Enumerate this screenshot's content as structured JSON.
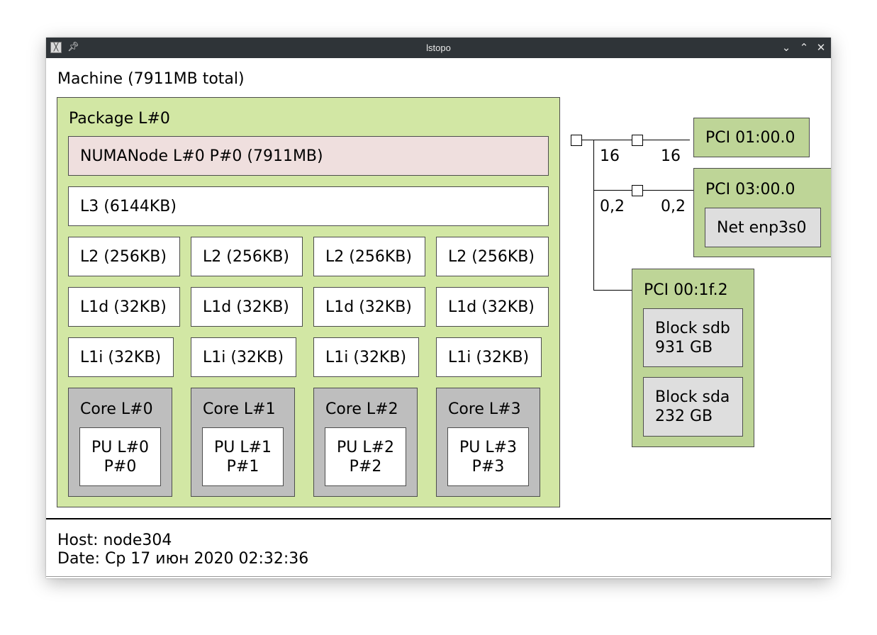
{
  "window": {
    "title": "lstopo",
    "buttons": {
      "minimize": "⌄",
      "maximize": "⌃",
      "close": "✕"
    }
  },
  "machine": {
    "label": "Machine (7911MB total)"
  },
  "package": {
    "label": "Package L#0"
  },
  "numa": {
    "label": "NUMANode L#0 P#0 (7911MB)"
  },
  "l3": {
    "label": "L3 (6144KB)"
  },
  "l2": [
    "L2 (256KB)",
    "L2 (256KB)",
    "L2 (256KB)",
    "L2 (256KB)"
  ],
  "l1d": [
    "L1d (32KB)",
    "L1d (32KB)",
    "L1d (32KB)",
    "L1d (32KB)"
  ],
  "l1i": [
    "L1i (32KB)",
    "L1i (32KB)",
    "L1i (32KB)",
    "L1i (32KB)"
  ],
  "cores": [
    {
      "label": "Core L#0",
      "pu": "PU L#0\nP#0"
    },
    {
      "label": "Core L#1",
      "pu": "PU L#1\nP#1"
    },
    {
      "label": "Core L#2",
      "pu": "PU L#2\nP#2"
    },
    {
      "label": "Core L#3",
      "pu": "PU L#3\nP#3"
    }
  ],
  "pci": {
    "bus1": {
      "label": "PCI 01:00.0",
      "link_left": "16",
      "link_right": "16"
    },
    "bus3": {
      "label": "PCI 03:00.0",
      "link_left": "0,2",
      "link_right": "0,2",
      "net": "Net enp3s0"
    },
    "bus0": {
      "label": "PCI 00:1f.2",
      "blocks": [
        "Block sdb\n931 GB",
        "Block sda\n232 GB"
      ]
    }
  },
  "footer": {
    "host": "Host: node304",
    "date": "Date: Ср 17 июн 2020 02:32:36"
  },
  "colors": {
    "package": "#d2e7a4",
    "numa": "#efdfde",
    "core": "#bebebe",
    "pci": "#bed597",
    "device": "#dedede",
    "titlebar": "#2f3438"
  }
}
